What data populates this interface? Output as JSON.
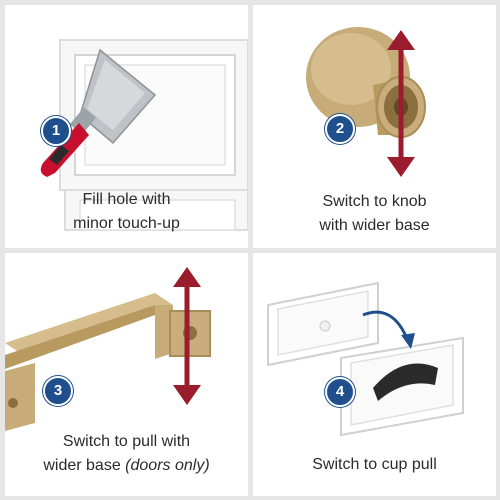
{
  "panels": [
    {
      "number": "1",
      "caption_line1": "Fill hole with",
      "caption_line2": "minor touch-up"
    },
    {
      "number": "2",
      "caption_line1": "Switch to knob",
      "caption_line2": "with wider base"
    },
    {
      "number": "3",
      "caption_line1": "Switch to pull with",
      "caption_line2": "wider base",
      "caption_line2_note": "(doors only)"
    },
    {
      "number": "4",
      "caption_line1": "Switch to cup pull",
      "caption_line2": ""
    }
  ],
  "colors": {
    "badge": "#1f4f8c",
    "arrow": "#9b1c2c",
    "brass": "#c9ad7c",
    "cabinet": "#ffffff",
    "background": "#e6e6e6"
  },
  "icons": [
    "putty-knife-icon",
    "knob-icon",
    "bar-pull-icon",
    "cup-pull-icon",
    "double-arrow-icon",
    "curved-arrow-icon"
  ]
}
